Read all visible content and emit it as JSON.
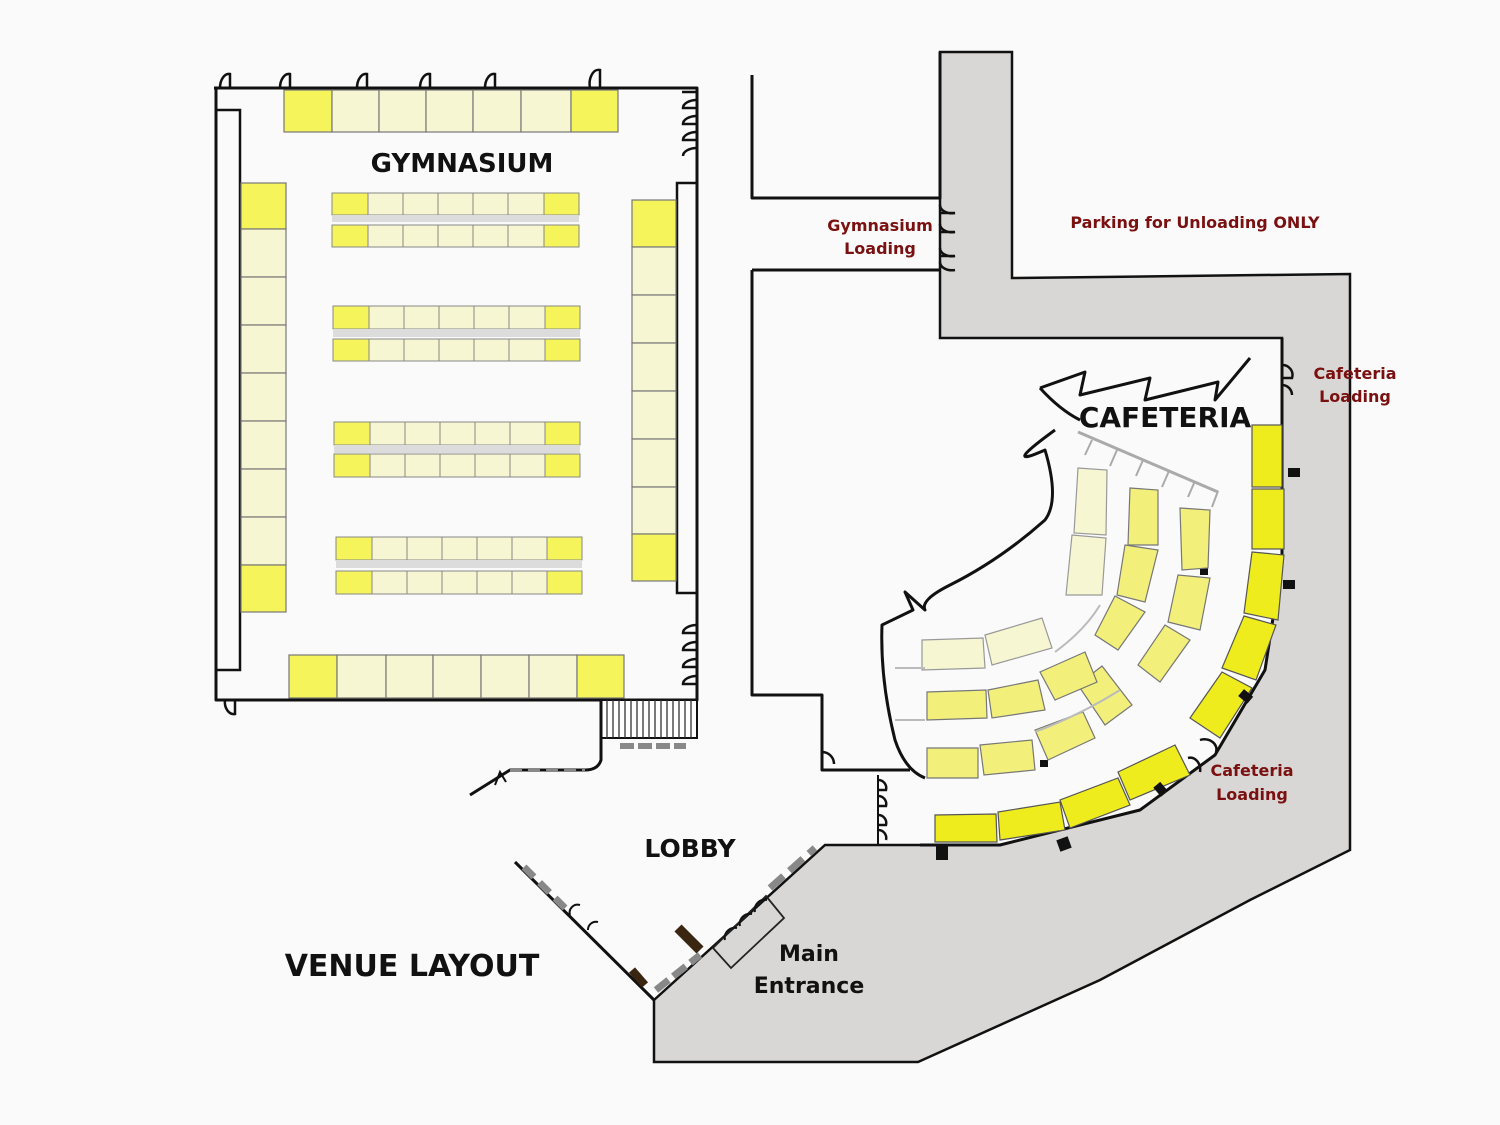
{
  "title": "VENUE LAYOUT",
  "rooms": {
    "gymnasium": "GYMNASIUM",
    "cafeteria": "CAFETERIA",
    "lobby": "LOBBY",
    "main_entrance": [
      "Main",
      "Entrance"
    ]
  },
  "loading_labels": {
    "gymnasium": [
      "Gymnasium",
      "Loading"
    ],
    "cafeteria_upper": [
      "Cafeteria",
      "Loading"
    ],
    "cafeteria_lower": [
      "Cafeteria",
      "Loading"
    ],
    "parking": "Parking for Unloading ONLY"
  },
  "colors": {
    "table_light": "#f7f6d2",
    "table_mid": "#f2f07a",
    "table_corner": "#f5f45a",
    "table_bright": "#efec1e",
    "parking_area": "#d9d7d5",
    "wall": "#111111",
    "label_red": "#7a1010"
  }
}
